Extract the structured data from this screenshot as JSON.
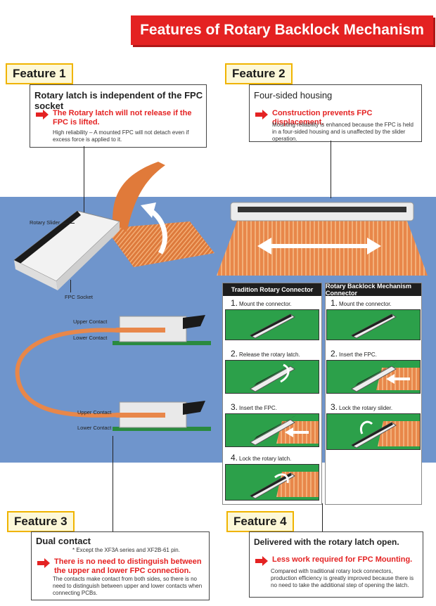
{
  "title": "Features of Rotary Backlock Mechanism",
  "feature1": {
    "tag": "Feature 1",
    "heading": "Rotary latch is independent of the FPC socket",
    "red": "The Rotary latch will not release if the FPC is lifted.",
    "desc": "High reliability – A mounted FPC will not detach even if excess force is applied to it."
  },
  "feature2": {
    "tag": "Feature 2",
    "heading": "Four-sided housing",
    "red": "Construction prevents FPC displacement.",
    "desc": "Mounting reliability is enhanced because the FPC is held in a four-sided housing and is unaffected by the slider operation."
  },
  "feature3": {
    "tag": "Feature 3",
    "heading": "Dual contact",
    "note": "* Except the XF3A series and XF2B-61 pin.",
    "red": "There is no need to distinguish between the upper and lower FPC connection.",
    "desc": "The contacts make contact from both sides, so there is no need to distinguish between upper and lower contacts when connecting PCBs."
  },
  "feature4": {
    "tag": "Feature 4",
    "heading": "Delivered with the rotary latch open.",
    "red": "Less work required for FPC Mounting.",
    "desc": "Compared with traditional rotary lock connectors, production efficiency is greatly improved because there is no need to take the additional step of opening the latch."
  },
  "labels": {
    "rotary_slider": "Rotary Slider",
    "fpc_socket": "FPC Socket",
    "upper_contact_1": "Upper Contact",
    "lower_contact_1": "Lower Contact",
    "upper_contact_2": "Upper Contact",
    "lower_contact_2": "Lower Contact"
  },
  "traditional": {
    "heading": "Tradition Rotary Connector",
    "steps": [
      {
        "num": "1.",
        "text": "Mount the connector."
      },
      {
        "num": "2.",
        "text": "Release the rotary latch."
      },
      {
        "num": "3.",
        "text": "Insert the FPC."
      },
      {
        "num": "4.",
        "text": "Lock the rotary latch."
      }
    ]
  },
  "backlock": {
    "heading": "Rotary Backlock Mechanism Connector",
    "steps": [
      {
        "num": "1.",
        "text": "Mount the connector."
      },
      {
        "num": "2.",
        "text": "Insert the FPC."
      },
      {
        "num": "3.",
        "text": "Lock the rotary slider."
      }
    ]
  },
  "colors": {
    "accent_red": "#e42222",
    "band_blue": "#6f95cc",
    "tag_border": "#f0b400",
    "fpc_orange": "#e07a3a",
    "pcb_green": "#2ca04a"
  }
}
